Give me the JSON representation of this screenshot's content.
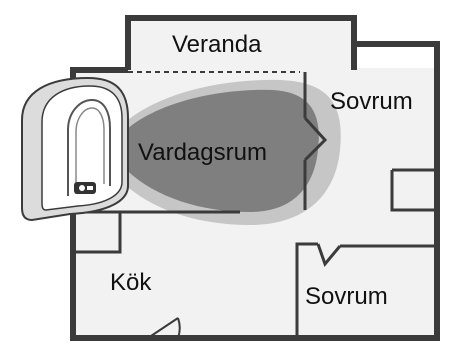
{
  "rooms": {
    "veranda": "Veranda",
    "living": "Vardagsrum",
    "bedroom_top": "Sovrum",
    "kitchen": "Kök",
    "bedroom_bottom": "Sovrum"
  },
  "device": {
    "kind": "heat-pump-indoor-unit",
    "logo_icon": "brand-logo-icon"
  },
  "colors": {
    "wall": "#3b3b3b",
    "floor": "#f2f2f2",
    "inner_coverage": "#7f7f7f",
    "outer_coverage": "#c6c6c6",
    "device_body": "#ffffff"
  }
}
